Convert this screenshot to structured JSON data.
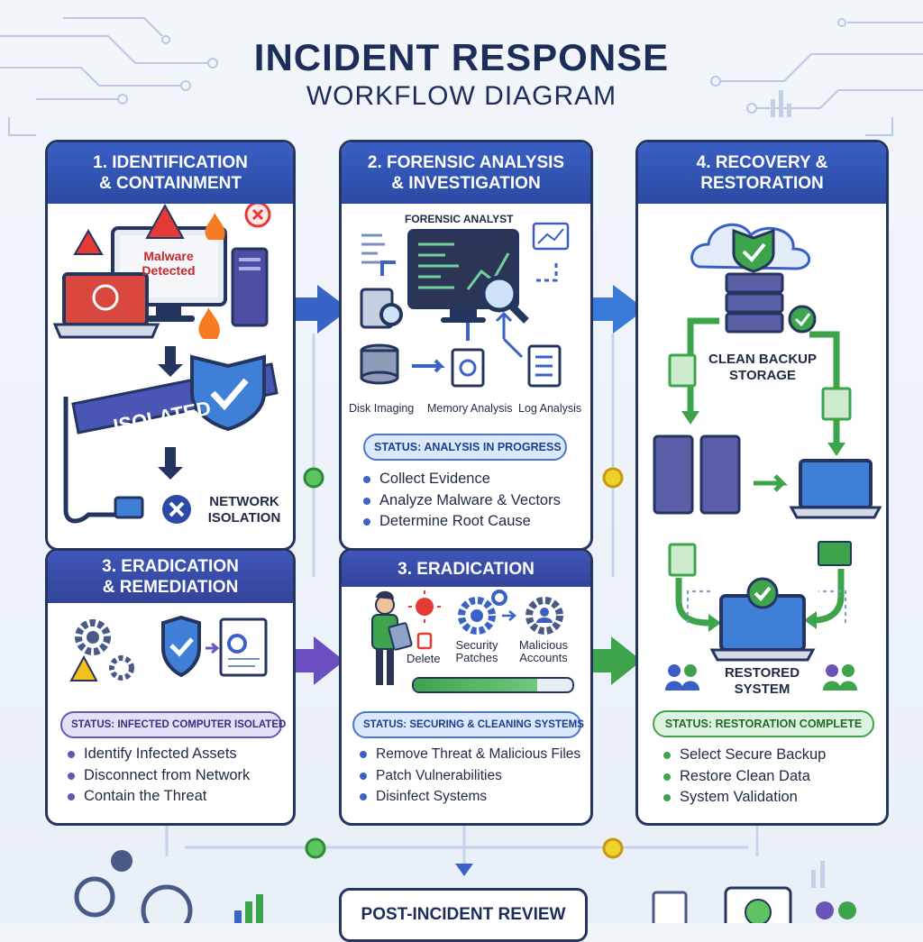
{
  "title": {
    "line1": "INCIDENT RESPONSE",
    "line2": "WORKFLOW DIAGRAM"
  },
  "panels": {
    "p1": {
      "header": [
        "1. IDENTIFICATION",
        "& CONTAINMENT"
      ],
      "malware_label": [
        "Malware",
        "Detected"
      ],
      "isolated_tape": "ISOLATED",
      "network_isolation": [
        "NETWORK",
        "ISOLATION"
      ]
    },
    "p2": {
      "header": [
        "2. FORENSIC ANALYSIS",
        "& INVESTIGATION"
      ],
      "analyst_label": "FORENSIC ANALYST",
      "tools": [
        "Disk Imaging",
        "Memory Analysis",
        "Log Analysis"
      ],
      "status": "STATUS: ANALYSIS IN PROGRESS",
      "bullets": [
        "Collect Evidence",
        "Analyze Malware & Vectors",
        "Determine Root Cause"
      ]
    },
    "p4": {
      "header": [
        "4. RECOVERY &",
        "RESTORATION"
      ],
      "backup_label": [
        "CLEAN BACKUP",
        "STORAGE"
      ],
      "restored_label": [
        "RESTORED",
        "SYSTEM"
      ],
      "status": "STATUS: RESTORATION COMPLETE",
      "bullets": [
        "Select Secure Backup",
        "Restore Clean Data",
        "System Validation"
      ]
    },
    "p3a": {
      "header": [
        "3. ERADICATION",
        "& REMEDIATION"
      ],
      "status": "STATUS: INFECTED COMPUTER ISOLATED",
      "bullets": [
        "Identify Infected Assets",
        "Disconnect from Network",
        "Contain the Threat"
      ]
    },
    "p3b": {
      "header": [
        "3. ERADICATION"
      ],
      "actions": [
        "Delete",
        "Security Patches",
        "Malicious Accounts"
      ],
      "progress": 0.78,
      "status": "STATUS: SECURING & CLEANING SYSTEMS",
      "bullets": [
        "Remove Threat & Malicious Files",
        "Patch Vulnerabilities",
        "Disinfect Systems"
      ]
    }
  },
  "review": "POST-INCIDENT REVIEW",
  "colors": {
    "navy": "#24355f",
    "blue": "#3a5fc4",
    "purple": "#6a54b8",
    "green": "#3ea44c",
    "yellow": "#e8c21b"
  }
}
